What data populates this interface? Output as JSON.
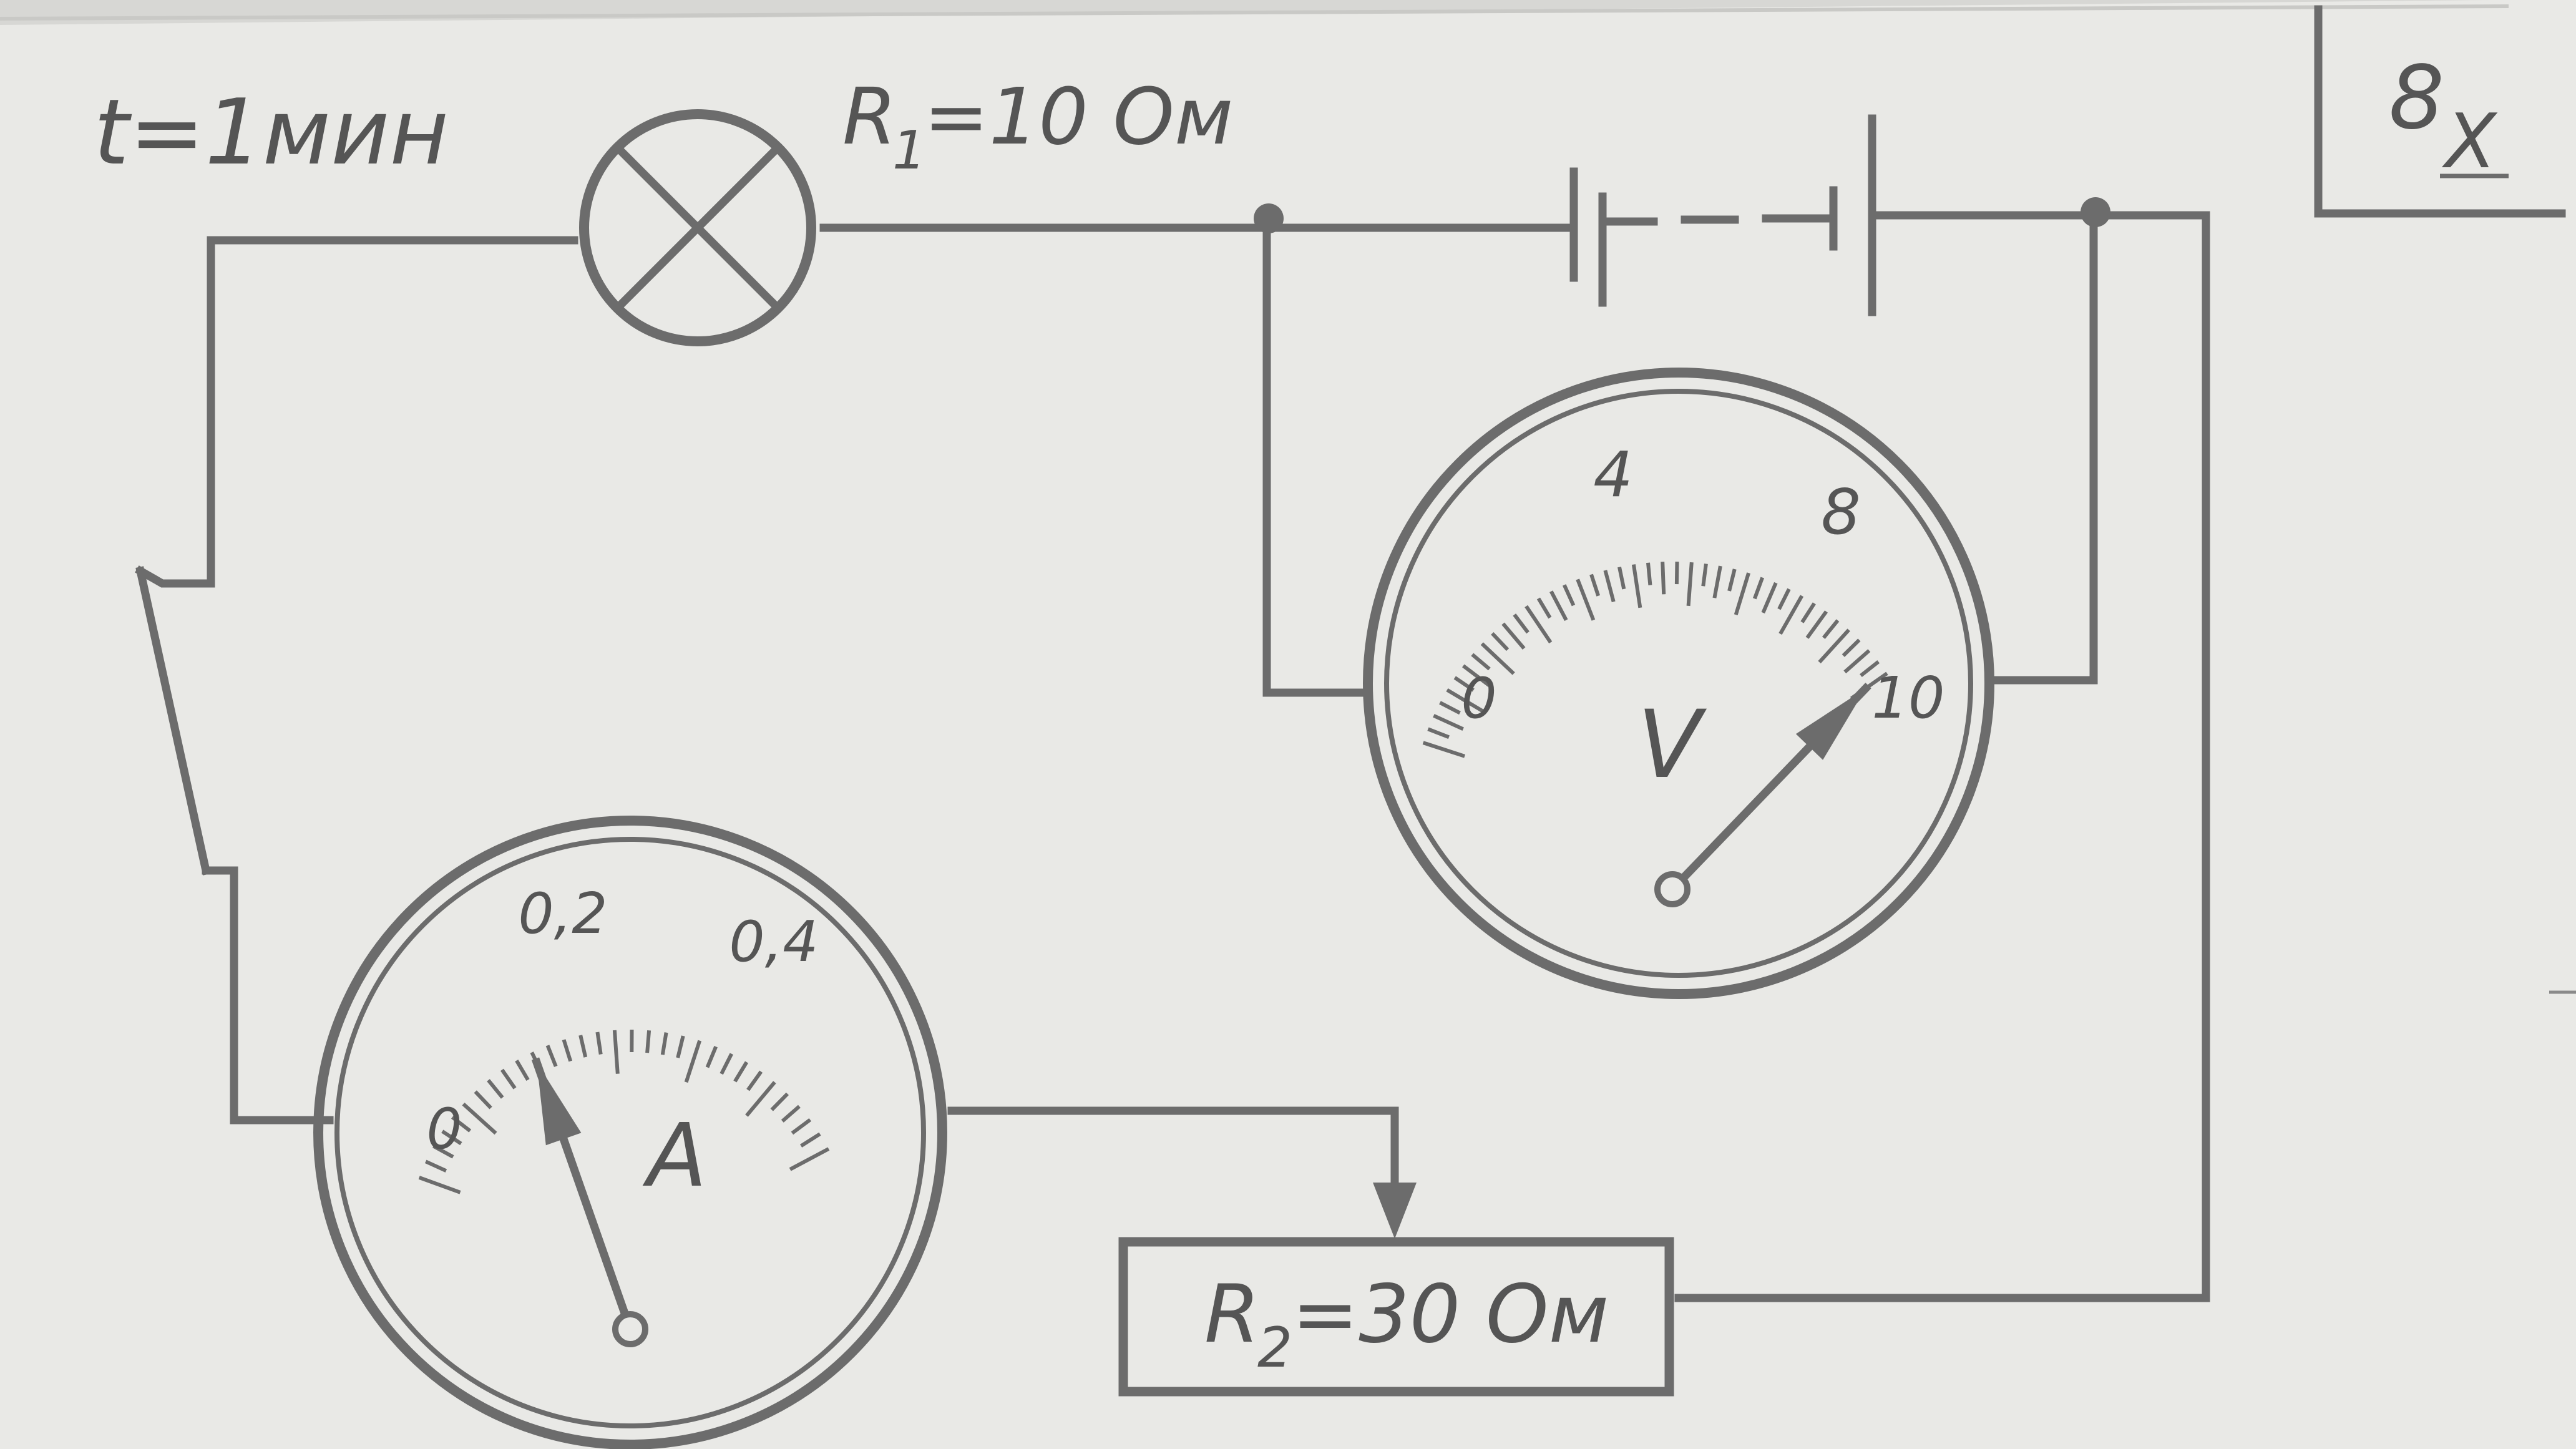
{
  "labels": {
    "time": "t=1мин",
    "r1": "R",
    "r1_sub": "1",
    "r1_value": "=10 Ом",
    "r2": "R",
    "r2_sub": "2",
    "r2_value": "=30 Ом",
    "variant": "8",
    "variant_letter": "X"
  },
  "voltmeter": {
    "symbol": "V",
    "scale_labels": [
      "0",
      "4",
      "8",
      "10"
    ],
    "scale_values": [
      0,
      4,
      8,
      10
    ],
    "range": [
      0,
      10
    ],
    "reading": 10
  },
  "ammeter": {
    "symbol": "A",
    "scale_labels": [
      "0",
      "0,2",
      "0,4"
    ],
    "scale_values": [
      0,
      0.2,
      0.4
    ],
    "range": [
      0,
      0.6
    ],
    "reading": 0.2
  },
  "colors": {
    "paper": "#e9e9e6",
    "ink": "#6c6c6c",
    "text": "#555555"
  }
}
